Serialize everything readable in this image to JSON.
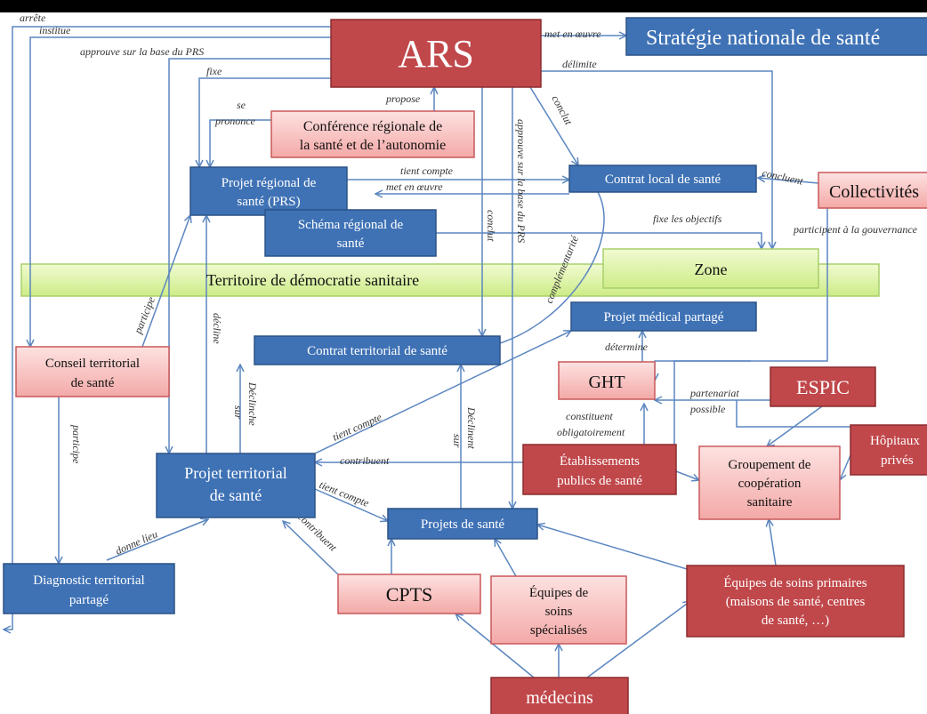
{
  "nodes": {
    "ars": "ARS",
    "strategie": "Stratégie nationale de santé",
    "crsa_1": "Conférence régionale de",
    "crsa_2": "la santé et de l’autonomie",
    "prs_1": "Projet régional de",
    "prs_2": "santé (PRS)",
    "srs_1": "Schéma régional de",
    "srs_2": "santé",
    "cls": "Contrat local de santé",
    "collectivites": "Collectivités",
    "territoire": "Territoire de démocratie sanitaire",
    "zone": "Zone",
    "pmp": "Projet médical partagé",
    "cts": "Contrat territorial de santé",
    "conseil_1": "Conseil territorial",
    "conseil_2": "de santé",
    "ght": "GHT",
    "espic": "ESPIC",
    "hopitaux_1": "Hôpitaux",
    "hopitaux_2": "privés",
    "eps_1": "Établissements",
    "eps_2": "publics de santé",
    "gcs_1": "Groupement de",
    "gcs_2": "coopération",
    "gcs_3": "sanitaire",
    "pts_1": "Projet territorial",
    "pts_2": "de santé",
    "projets": "Projets de santé",
    "diag_1": "Diagnostic territorial",
    "diag_2": "partagé",
    "cpts": "CPTS",
    "ess_1": "Équipes de",
    "ess_2": "soins",
    "ess_3": "spécialisés",
    "esp_1": "Équipes de soins primaires",
    "esp_2": "(maisons de santé, centres",
    "esp_3": "de santé, …)",
    "medecins": "médecins"
  },
  "edges": {
    "arrete": "arrête",
    "institue": "institue",
    "approuve_prs": "approuve sur la base du PRS",
    "fixe": "fixe",
    "se": "se",
    "prononce": "prononce",
    "propose": "propose",
    "met_en_oeuvre_top": "met en œuvre",
    "delimite": "délimite",
    "conclut_cls": "conclut",
    "approuve_vertical": "approuve sur la base du PRS",
    "tient_compte_cls": "tient compte",
    "met_en_oeuvre_prs": "met en œuvre",
    "conclut_vertical": "conclut",
    "complementarite": "complémentarité",
    "concluent": "concluent",
    "fixe_objectifs": "fixe les objectifs",
    "participent_gouv": "participent à la gouvernance",
    "participe_prs": "participe",
    "decline": "décline",
    "determine": "détermine",
    "partenariat": "partenariat",
    "possible": "possible",
    "constituent": "constituent",
    "obligatoirement": "obligatoirement",
    "tient_compte_pmp": "tient compte",
    "declinent": "Déclinent",
    "sur_1": "sur",
    "declinche": "Déclinche",
    "sur_2": "sur",
    "contribuent_eps": "contribuent",
    "tient_compte_projets": "tient compte",
    "contribuent_cpts": "contribuent",
    "donne_lieu": "donne lieu",
    "participe_conseil": "participe"
  },
  "colors": {
    "blue": "#3f72b5",
    "dark_red": "#c0474a",
    "pink": "#f6bcbb",
    "green": "#dff3a8",
    "line": "#5b86c0"
  }
}
